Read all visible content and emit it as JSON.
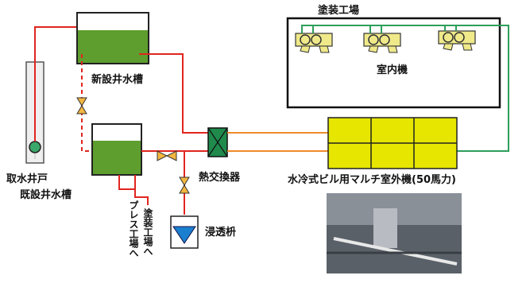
{
  "labels": {
    "factory": "塗装工場",
    "indoor_unit": "室内機",
    "new_tank": "新設井水槽",
    "existing_tank": "既設井水槽",
    "well_intake": "取水井戸",
    "heat_exchanger": "熱交換器",
    "outdoor_unit": "水冷式ビル用マルチ室外機(50馬力)",
    "infiltration_pit": "浸透枡",
    "to_painting": "塗装工場へ",
    "to_press": "プレス工場へ"
  },
  "colors": {
    "water_line": "#e0251f",
    "refrigerant_line": "#f08a2a",
    "indoor_line": "#2e9e5a",
    "tank_water": "#5e9e2e",
    "unit_fill": "#e6e600",
    "exchanger_fill": "#1f8a4c",
    "pit_fill": "#1b7fd0",
    "valve_fill": "#f3b640"
  }
}
